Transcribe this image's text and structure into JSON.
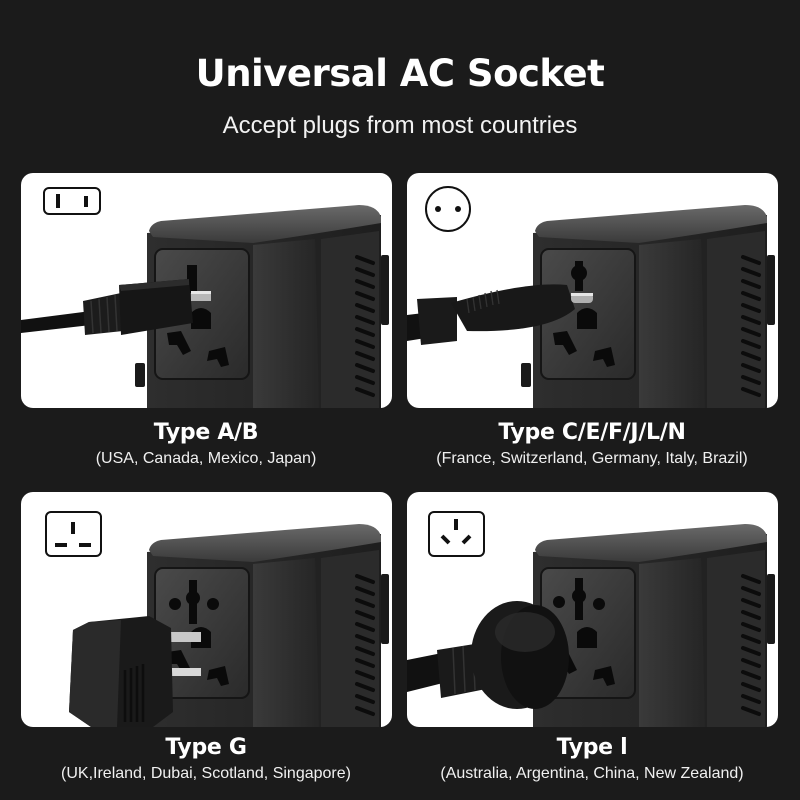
{
  "header": {
    "title": "Universal AC Socket",
    "subtitle": "Accept plugs from most countries"
  },
  "colors": {
    "background": "#1b1b1b",
    "card": "#ffffff",
    "device": "#2a2a2a",
    "text": "#ffffff"
  },
  "panels": [
    {
      "type_label": "Type A/B",
      "countries": "(USA, Canada, Mexico, Japan)",
      "icon": "type-a-b-socket-icon",
      "plug": "flat-two-pin-plug"
    },
    {
      "type_label": "Type C/E/F/J/L/N",
      "countries": "(France, Switzerland, Germany, Italy, Brazil)",
      "icon": "type-c-round-socket-icon",
      "plug": "round-two-pin-plug"
    },
    {
      "type_label": "Type G",
      "countries": "(UK,Ireland, Dubai, Scotland, Singapore)",
      "icon": "type-g-socket-icon",
      "plug": "uk-three-pin-plug"
    },
    {
      "type_label": "Type l",
      "countries": "(Australia, Argentina, China, New Zealand)",
      "icon": "type-i-socket-icon",
      "plug": "angled-three-pin-plug"
    }
  ]
}
